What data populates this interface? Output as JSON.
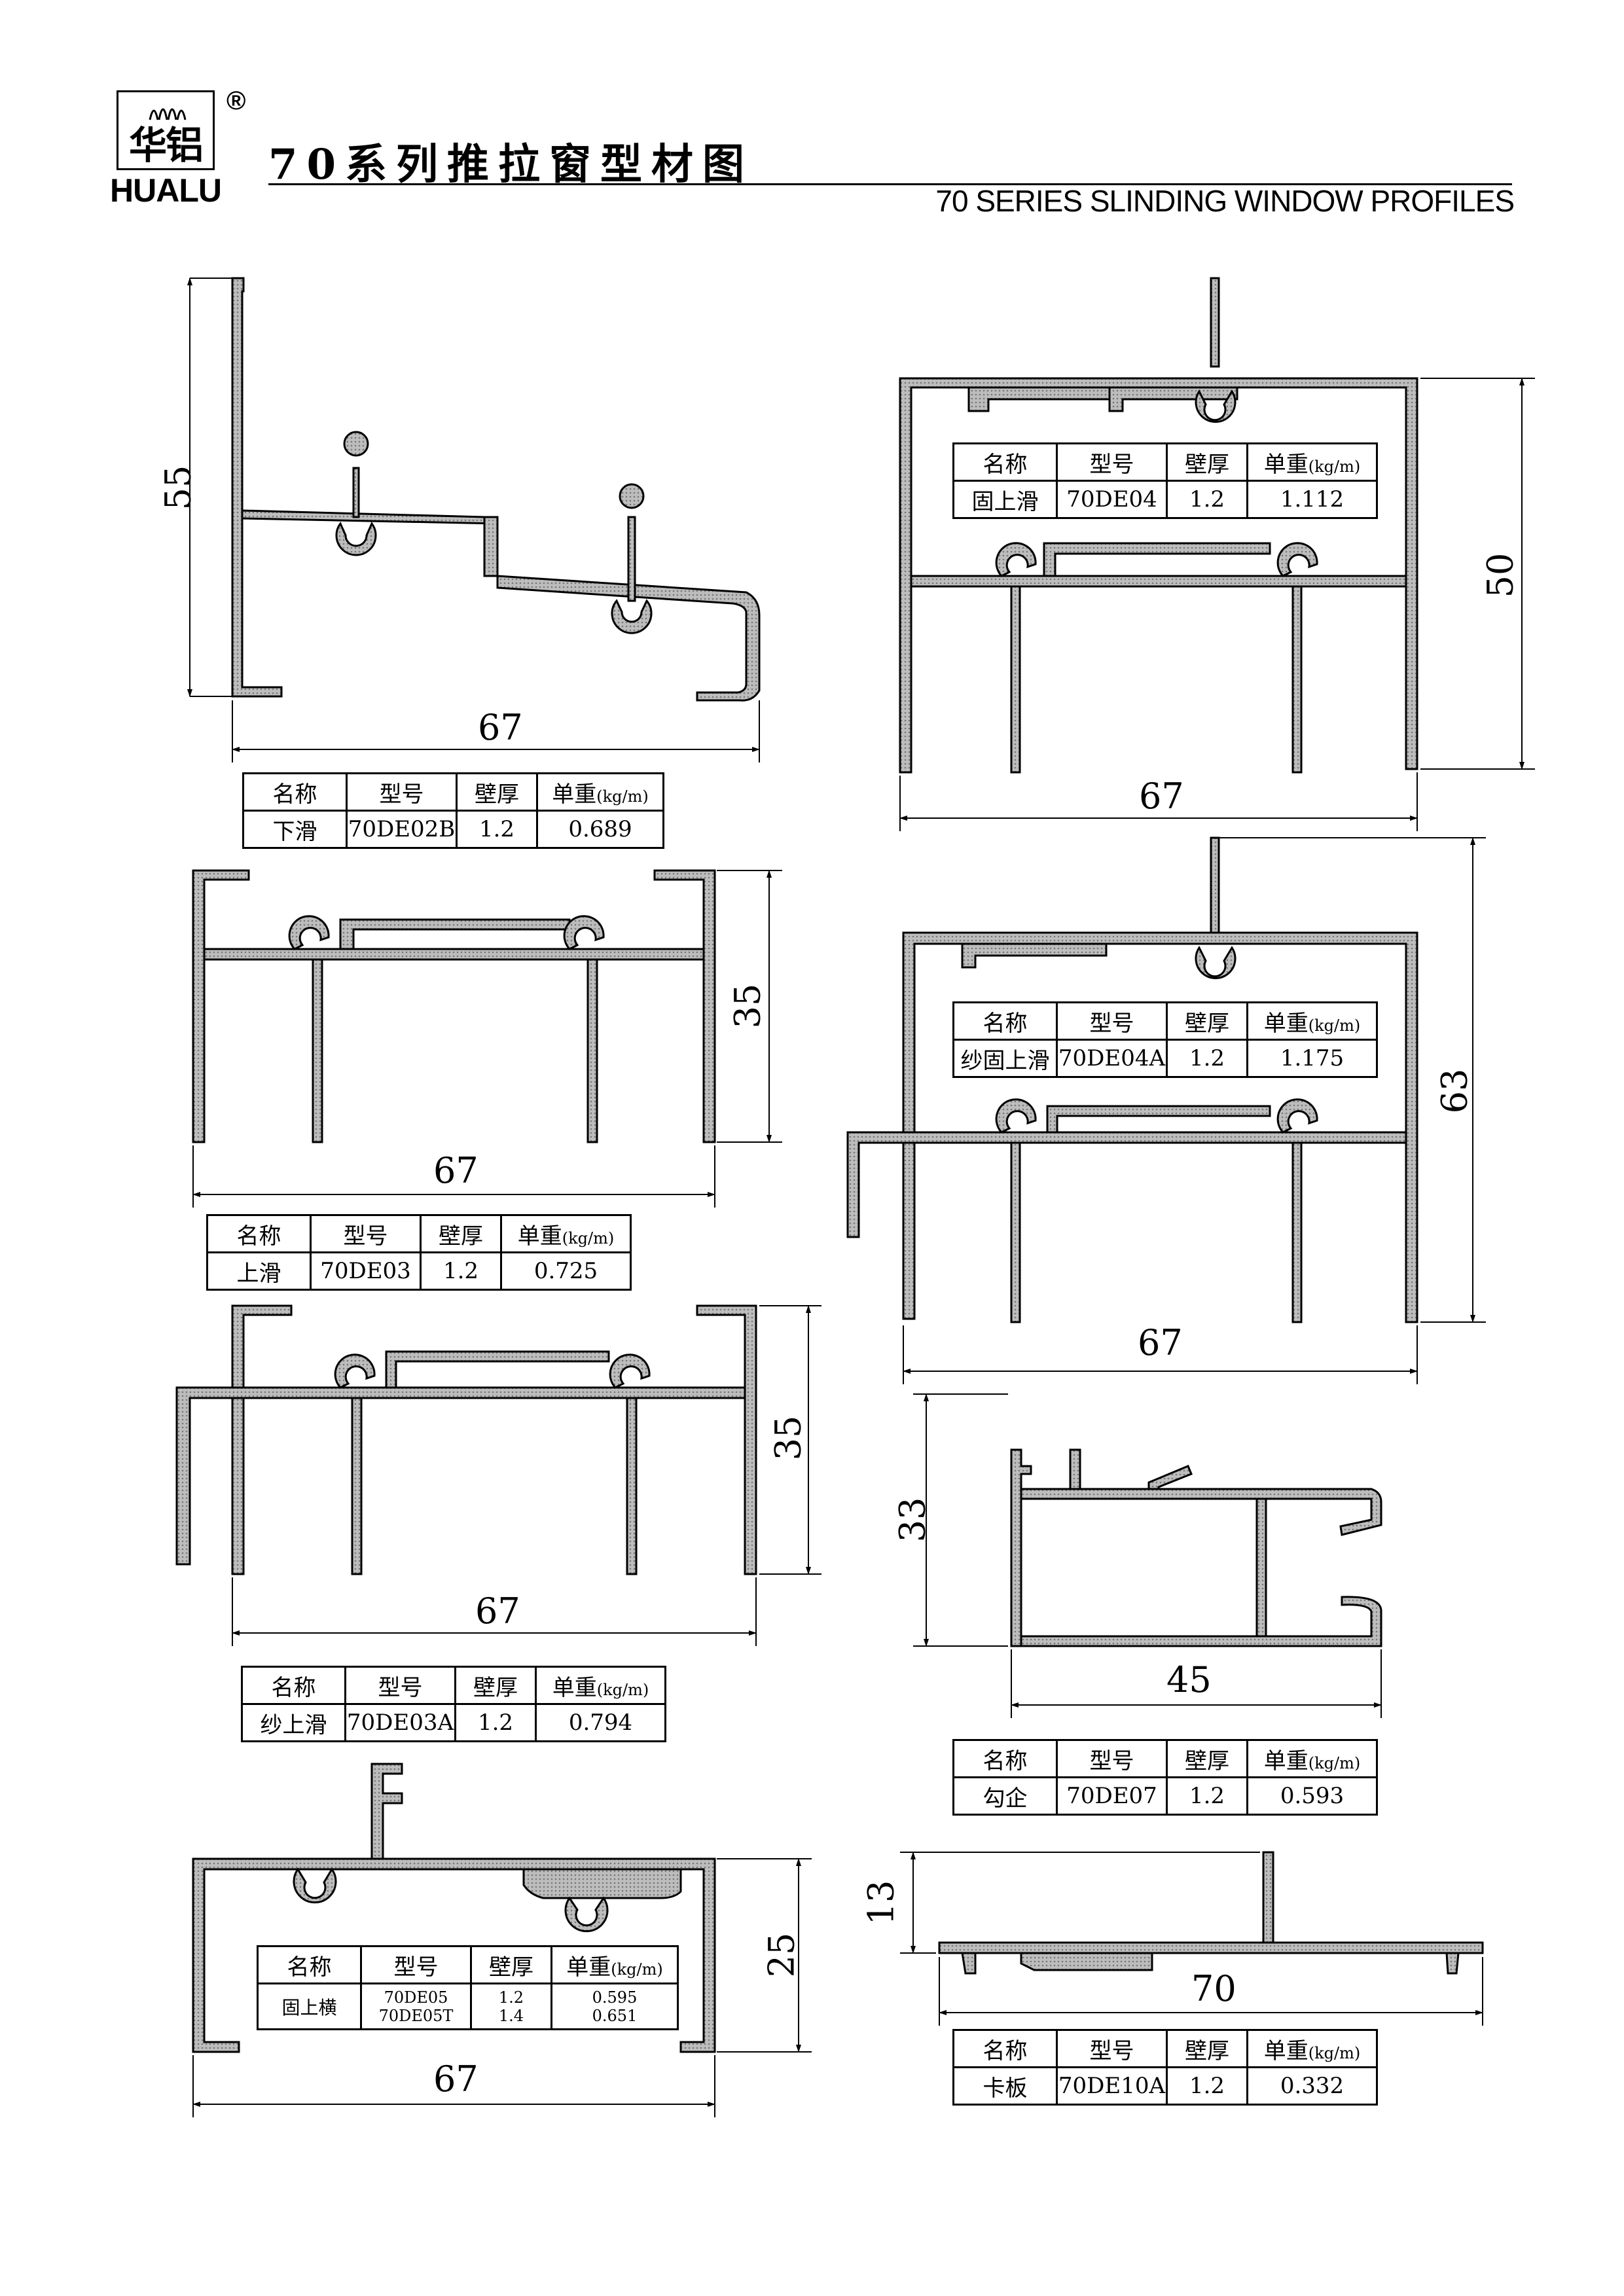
{
  "header": {
    "logo_cn": "华铝",
    "logo_en": "HUALU",
    "logo_mark": "®",
    "title_cn": "70系列推拉窗型材图",
    "title_en": "70 SERIES SLINDING WINDOW PROFILES"
  },
  "table_headers": {
    "name": "名称",
    "model": "型号",
    "thickness": "壁厚",
    "weight_label": "单重",
    "weight_unit": "(kg/m)"
  },
  "profiles": [
    {
      "name": "下滑",
      "model": "70DE02B",
      "thickness": "1.2",
      "weight": "0.689",
      "width": "67",
      "height": "55"
    },
    {
      "name": "固上滑",
      "model": "70DE04",
      "thickness": "1.2",
      "weight": "1.112",
      "width": "67",
      "height": "50"
    },
    {
      "name": "上滑",
      "model": "70DE03",
      "thickness": "1.2",
      "weight": "0.725",
      "width": "67",
      "height": "35"
    },
    {
      "name": "纱固上滑",
      "model": "70DE04A",
      "thickness": "1.2",
      "weight": "1.175",
      "width": "67",
      "height": "63"
    },
    {
      "name": "纱上滑",
      "model": "70DE03A",
      "thickness": "1.2",
      "weight": "0.794",
      "width": "67",
      "height": "35"
    },
    {
      "name": "勾企",
      "model": "70DE07",
      "thickness": "1.2",
      "weight": "0.593",
      "width": "45",
      "height": "33"
    },
    {
      "name": "固上横",
      "model": "70DE05",
      "model_b": "70DE05T",
      "thickness": "1.2",
      "thickness_b": "1.4",
      "weight": "0.595",
      "weight_b": "0.651",
      "width": "67",
      "height": "25"
    },
    {
      "name": "卡板",
      "model": "70DE10A",
      "thickness": "1.2",
      "weight": "0.332",
      "width": "70",
      "height": "13"
    }
  ]
}
